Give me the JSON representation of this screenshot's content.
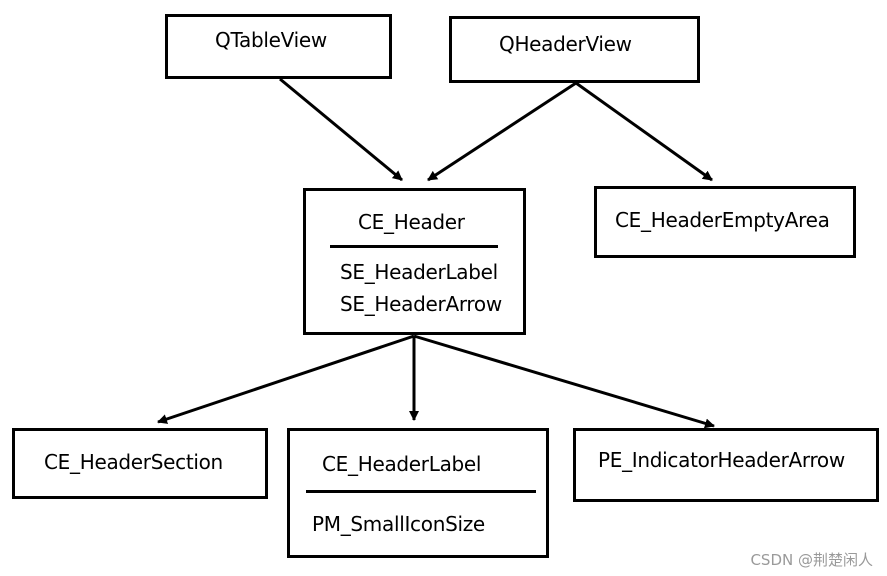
{
  "nodes": {
    "qtableview": {
      "title": "QTableView"
    },
    "qheaderview": {
      "title": "QHeaderView"
    },
    "ce_header": {
      "title": "CE_Header",
      "items": [
        "SE_HeaderLabel",
        "SE_HeaderArrow"
      ]
    },
    "ce_headeremptyarea": {
      "title": "CE_HeaderEmptyArea"
    },
    "ce_headersection": {
      "title": "CE_HeaderSection"
    },
    "ce_headerlabel": {
      "title": "CE_HeaderLabel",
      "items": [
        "PM_SmallIconSize"
      ]
    },
    "pe_indicatorheaderarrow": {
      "title": "PE_IndicatorHeaderArrow"
    }
  },
  "edges": [
    {
      "from": "QTableView",
      "to": "CE_Header"
    },
    {
      "from": "QHeaderView",
      "to": "CE_Header"
    },
    {
      "from": "QHeaderView",
      "to": "CE_HeaderEmptyArea"
    },
    {
      "from": "CE_Header",
      "to": "CE_HeaderSection"
    },
    {
      "from": "CE_Header",
      "to": "CE_HeaderLabel"
    },
    {
      "from": "CE_Header",
      "to": "PE_IndicatorHeaderArrow"
    }
  ],
  "watermark": "CSDN @荆楚闲人",
  "colors": {
    "stroke": "#000000",
    "background": "#ffffff",
    "watermark": "#9a9a9a"
  }
}
